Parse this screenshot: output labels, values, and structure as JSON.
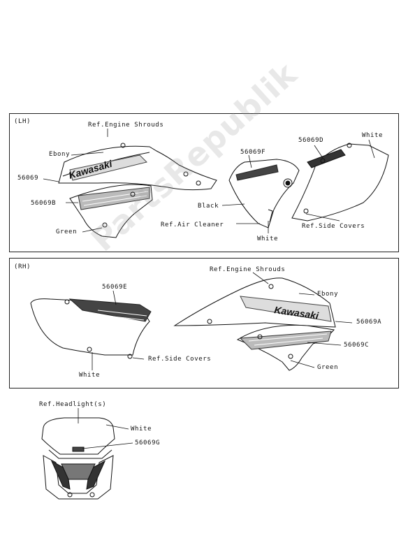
{
  "sections": {
    "lh": "(LH)",
    "rh": "(RH)"
  },
  "lh": {
    "ref_engine_shrouds": "Ref.Engine Shrouds",
    "ebony": "Ebony",
    "part_56069": "56069",
    "part_56069b": "56069B",
    "green": "Green",
    "part_56069f": "56069F",
    "black": "Black",
    "ref_air_cleaner": "Ref.Air Cleaner",
    "white_air": "White",
    "part_56069d": "56069D",
    "white_side": "White",
    "ref_side_covers": "Ref.Side Covers",
    "brand": "Kawasaki"
  },
  "rh": {
    "ref_engine_shrouds": "Ref.Engine Shrouds",
    "part_56069e": "56069E",
    "ebony": "Ebony",
    "part_56069a": "56069A",
    "part_56069c": "56069C",
    "green": "Green",
    "ref_side_covers": "Ref.Side Covers",
    "white": "White",
    "brand": "Kawasaki"
  },
  "headlight": {
    "ref_headlight": "Ref.Headlight(s)",
    "white": "White",
    "part_56069g": "56069G"
  },
  "watermark": "PartsRepublik",
  "colors": {
    "line": "#111111",
    "stripe": "#333333"
  }
}
